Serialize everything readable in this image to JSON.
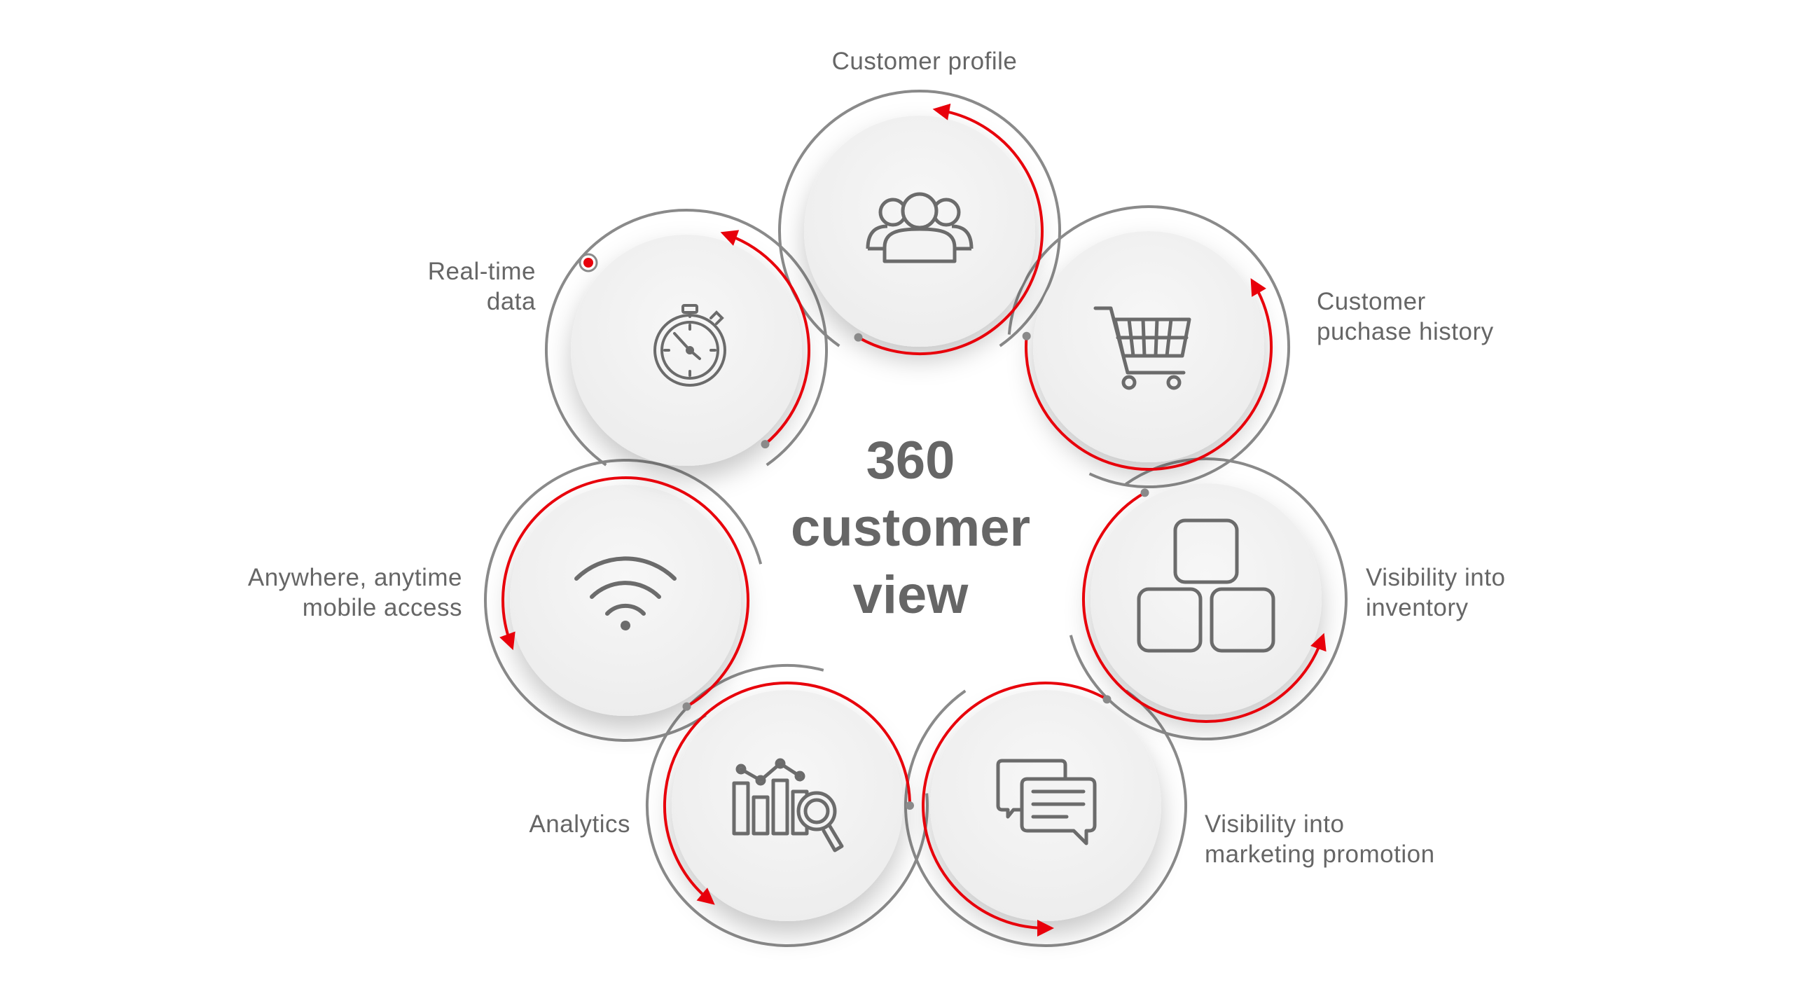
{
  "center": {
    "number": "360",
    "line1": "customer",
    "line2": "view"
  },
  "nodes": [
    {
      "id": "customer-profile",
      "icon": "users-group-icon",
      "lines": [
        "Customer profile"
      ]
    },
    {
      "id": "purchase-history",
      "icon": "shopping-cart-icon",
      "lines": [
        "Customer",
        "puchase history"
      ]
    },
    {
      "id": "inventory",
      "icon": "stacked-boxes-icon",
      "lines": [
        "Visibility into",
        "inventory"
      ]
    },
    {
      "id": "marketing",
      "icon": "chat-bubbles-icon",
      "lines": [
        "Visibility into",
        "marketing promotion"
      ]
    },
    {
      "id": "analytics",
      "icon": "bar-chart-magnifier-icon",
      "lines": [
        "Analytics"
      ]
    },
    {
      "id": "mobile",
      "icon": "wifi-icon",
      "lines": [
        "Anywhere, anytime",
        "mobile access"
      ]
    },
    {
      "id": "realtime",
      "icon": "stopwatch-icon",
      "lines": [
        "Real-time",
        "data"
      ]
    }
  ],
  "colors": {
    "accent": "#e8000b",
    "ring": "#8a8a8a",
    "icon": "#6b6b6b",
    "text": "#666666",
    "disc": "#f3f3f3"
  }
}
